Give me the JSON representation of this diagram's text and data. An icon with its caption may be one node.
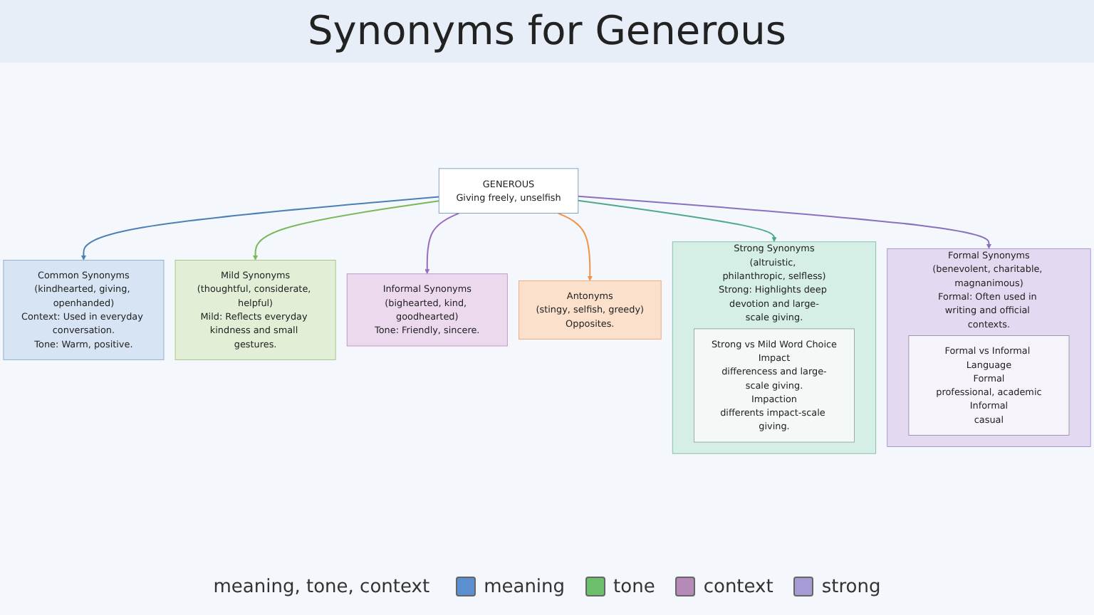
{
  "diagram": {
    "title": "Synonyms for Generous",
    "nodes": [
      {
        "text": [
          "Common Synonyms",
          "(kindhearted, giving, openhanded)",
          "Context: Used in everyday conversation.",
          "Tone: Warm, positive."
        ]
      },
      {
        "text": [
          "Strong Synonyms",
          "(altruistic, philanthropic, selfless)",
          "Strong: Highlights deep devotion and large-scale giving."
        ]
      },
      {
        "text": [
          "Strong vs Mild Word Choice",
          "Impact",
          "differencess and large-scale giving.",
          "Impaction",
          "differents impact-scale giving."
        ],
        "in": 1
      },
      {
        "text": [
          "Formal Synonyms",
          "(benevolent, charitable, magnanimous)",
          "Formal: Often used in writing and official contexts."
        ]
      },
      {
        "text": [
          "Formal vs Informal Language",
          "Formal",
          "professional, academic",
          "Informal",
          "casual"
        ],
        "in": 3
      },
      {
        "text": [
          "GENEROUS",
          "Giving freely, unselfish"
        ]
      },
      {
        "text": [
          "Mild Synonyms",
          "(thoughtful, considerate, helpful)",
          "Mild: Reflects everyday kindness and small gestures."
        ]
      },
      {
        "text": [
          "Informal Synonyms",
          "(bighearted, kind, goodhearted)",
          "Tone: Friendly, sincere."
        ]
      },
      {
        "text": [
          "Antonyms",
          "(stingy, selfish, greedy)",
          "Opposites."
        ]
      }
    ],
    "edges": [
      {
        "from": 5,
        "to": 0,
        "arrow": "to",
        "color": "#4a80b8"
      },
      {
        "from": 5,
        "to": 1,
        "arrow": "to",
        "color": "#4fa98a"
      },
      {
        "from": 5,
        "to": 3,
        "arrow": "to",
        "color": "#8a70c0"
      },
      {
        "from": 5,
        "to": 6,
        "arrow": "to",
        "color": "#7ab85a"
      },
      {
        "from": 5,
        "to": 7,
        "arrow": "to",
        "color": "#9a6cc0"
      },
      {
        "from": 5,
        "to": 8,
        "arrow": "to",
        "color": "#f0944a"
      }
    ],
    "labels": [
      "meaning, tone, context"
    ],
    "legend": [
      {
        "text": "meaning",
        "color": "#5b8fd0"
      },
      {
        "text": "tone",
        "color": "#6cbf6c"
      },
      {
        "text": "context",
        "color": "#b58ab8"
      },
      {
        "text": "strong",
        "color": "#a79bd6"
      }
    ]
  }
}
